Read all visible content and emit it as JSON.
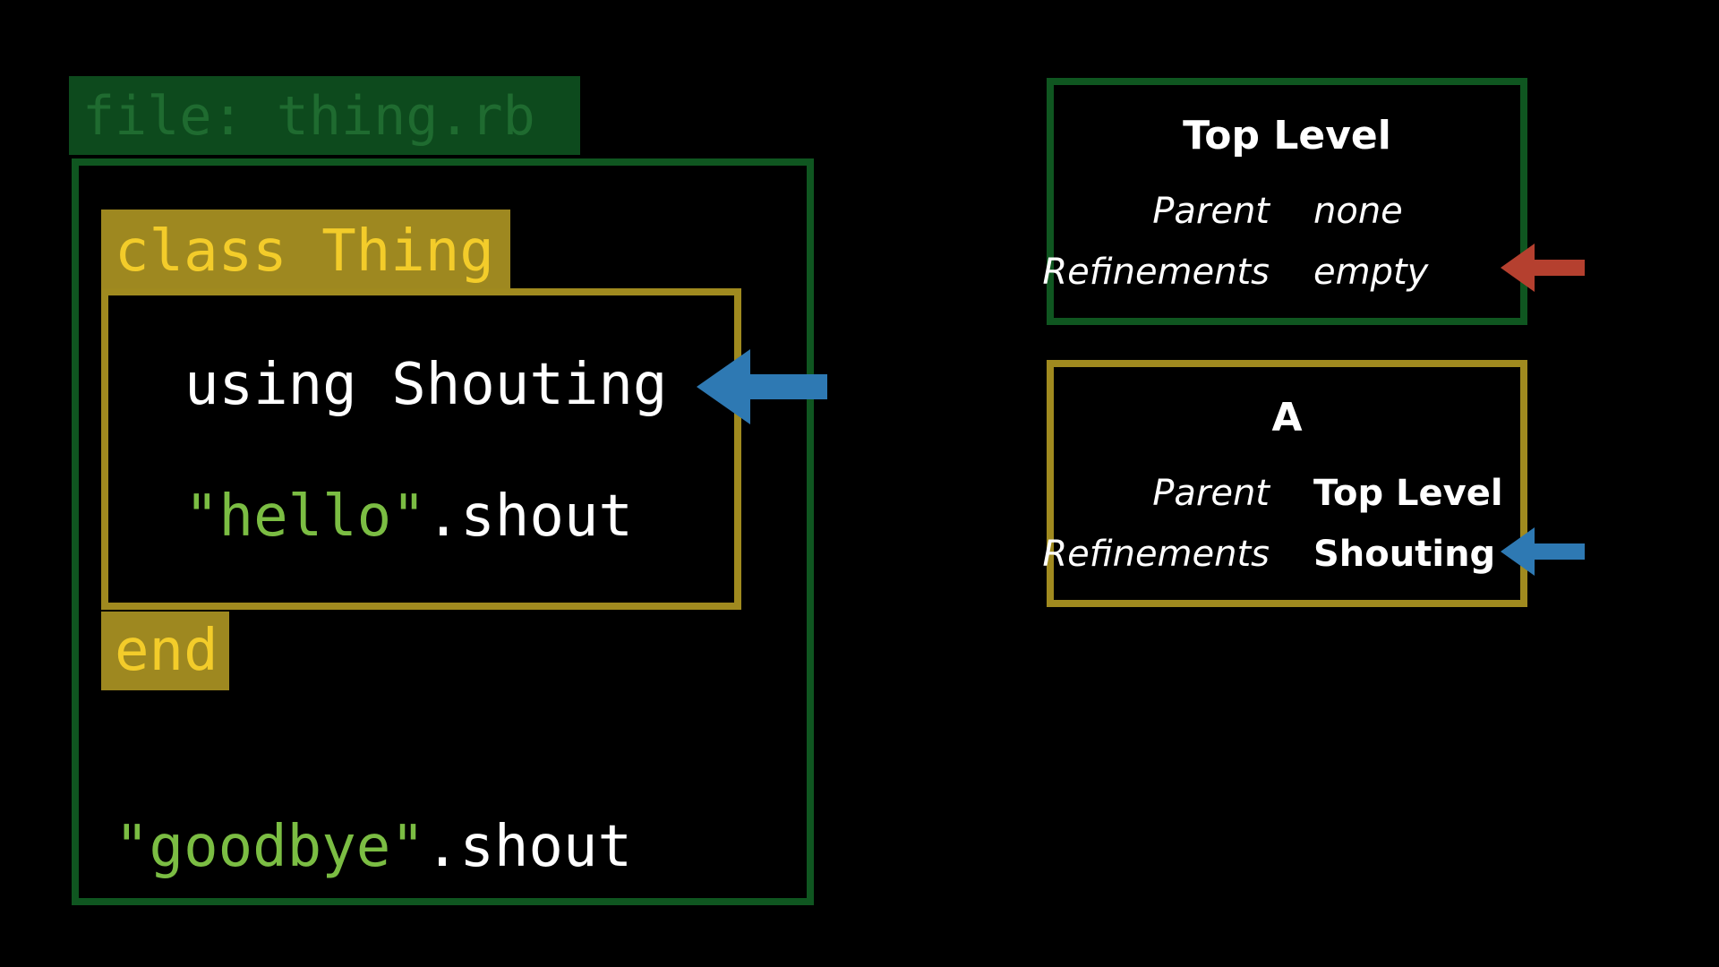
{
  "file_label": "file: thing.rb",
  "code": {
    "class_open": "class Thing",
    "using_line": "using Shouting",
    "hello_string": "\"hello\"",
    "hello_call": ".shout",
    "class_end": "end",
    "goodbye_string": "\"goodbye\"",
    "goodbye_call": ".shout"
  },
  "scopes": [
    {
      "title": "Top Level",
      "parent_label": "Parent",
      "parent_value": "none",
      "refinements_label": "Refinements",
      "refinements_value": "empty"
    },
    {
      "title": "A",
      "parent_label": "Parent",
      "parent_value": "Top Level",
      "refinements_label": "Refinements",
      "refinements_value": "Shouting"
    }
  ],
  "colors": {
    "background": "#000000",
    "file_green": "#0f5620",
    "class_gold": "#a08a1f",
    "keyword_yellow": "#f3cc2a",
    "string_green": "#7bbd43",
    "arrow_blue": "#2e79b3",
    "arrow_red": "#b5402f"
  },
  "icons": {
    "code_pointer": "arrow-left-icon",
    "scope_pointer_red": "arrow-left-icon",
    "scope_pointer_blue": "arrow-left-icon"
  }
}
